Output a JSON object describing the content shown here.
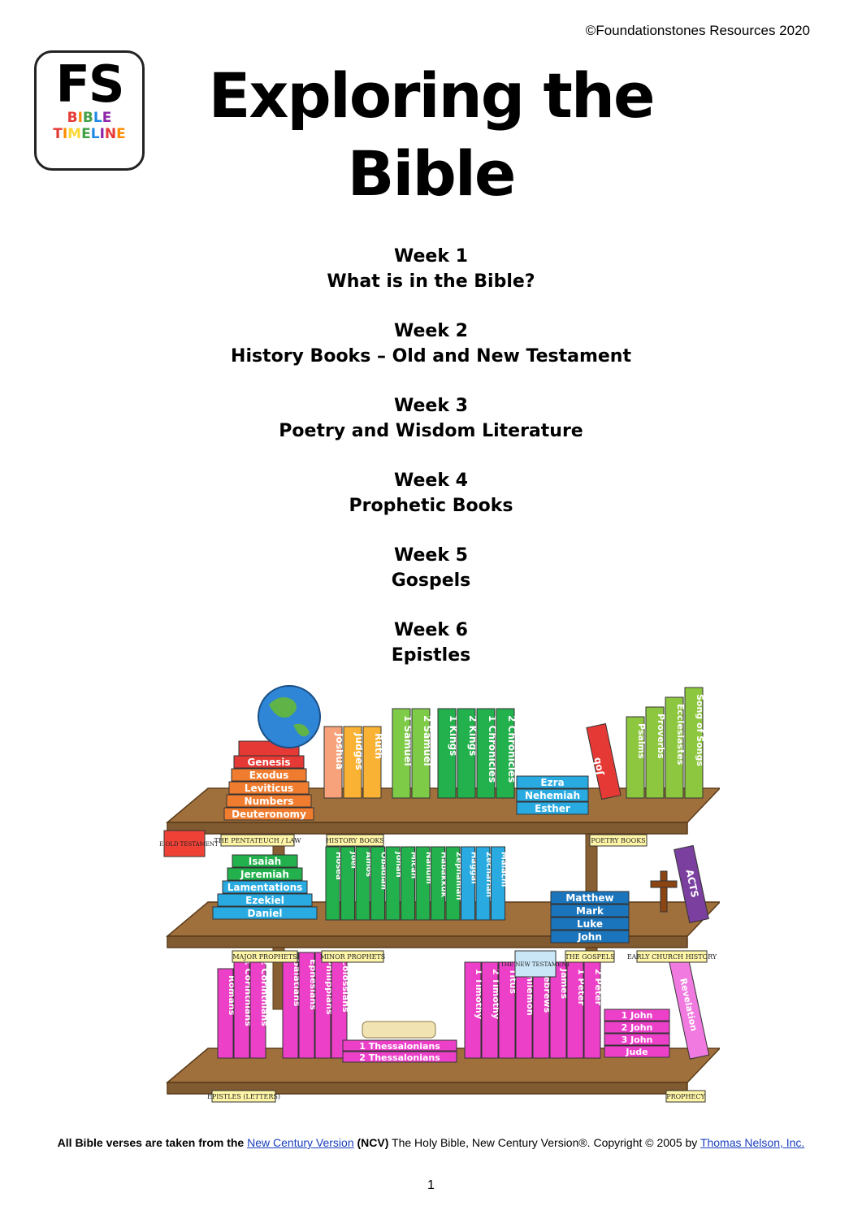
{
  "copyright": "©Foundationstones Resources 2020",
  "logo": {
    "main": "FS",
    "line1": "BIBLE",
    "line2": "TIMELINE",
    "line1_colors": [
      "#e53935",
      "#fb8c00",
      "#43a047",
      "#1e88e5",
      "#8e24aa"
    ],
    "line2_colors": [
      "#e53935",
      "#fb8c00",
      "#fdd835",
      "#43a047",
      "#1e88e5",
      "#8e24aa",
      "#e53935",
      "#fb8c00"
    ]
  },
  "title": {
    "line1": "Exploring the",
    "line2": "Bible"
  },
  "weeks": [
    {
      "week": "Week 1",
      "topic": "What is in the Bible?"
    },
    {
      "week": "Week 2",
      "topic": "History Books – Old and New Testament"
    },
    {
      "week": "Week 3",
      "topic": "Poetry and Wisdom Literature"
    },
    {
      "week": "Week 4",
      "topic": "Prophetic Books"
    },
    {
      "week": "Week 5",
      "topic": "Gospels"
    },
    {
      "week": "Week 6",
      "topic": "Epistles"
    }
  ],
  "bookshelf": {
    "colors": {
      "shelf": "#a0703c",
      "law": "#f07d2f",
      "history": "#f9b233",
      "history_green": "#7ecb48",
      "poetry": "#8dc63f",
      "major_prophets": "#29abe2",
      "minor_prophets": "#22b14c",
      "gospels": "#1b75bc",
      "acts": "#7b3fa0",
      "epistles": "#ec40c8",
      "label_bg": "#fff6a8",
      "section_red": "#ef4136",
      "section_blue": "#c9e7f7"
    },
    "section_labels": {
      "old_testament": "THE OLD TESTAMENT",
      "new_testament": "THE NEW TESTAMENT",
      "law": "THE PENTATEUCH / LAW",
      "history": "HISTORY BOOKS",
      "poetry": "POETRY BOOKS",
      "major_prophets": "MAJOR PROPHETS",
      "minor_prophets": "MINOR PROPHETS",
      "gospels": "THE GOSPELS",
      "church_history": "EARLY CHURCH HISTORY",
      "epistles": "EPISTLES (LETTERS)",
      "prophecy": "PROPHECY"
    },
    "top_stack": [
      "Genesis",
      "Exodus",
      "Leviticus",
      "Numbers",
      "Deuteronomy"
    ],
    "top_spines_history": [
      "Joshua",
      "Judges",
      "Ruth",
      "1 Samuel",
      "2 Samuel",
      "1 Kings",
      "2 Kings",
      "1 Chronicles",
      "2 Chronicles"
    ],
    "top_stack_history": [
      "Ezra",
      "Nehemiah",
      "Esther"
    ],
    "top_job": "Job",
    "top_poetry": [
      "Psalms",
      "Proverbs",
      "Ecclesiastes",
      "Song of Songs"
    ],
    "mid_stack_major": [
      "Isaiah",
      "Jeremiah",
      "Lamentations",
      "Ezekiel",
      "Daniel"
    ],
    "mid_minor": [
      "Hosea",
      "Joel",
      "Amos",
      "Obadiah",
      "Jonah",
      "Micah",
      "Nahum",
      "Habakkuk",
      "Zephaniah",
      "Haggai",
      "Zechariah",
      "Malachi"
    ],
    "mid_gospels": [
      "Matthew",
      "Mark",
      "Luke",
      "John"
    ],
    "mid_acts": "ACTS",
    "bottom_pauline": [
      "Romans",
      "1 Corinthians",
      "2 Corinthians",
      "Galatians",
      "Ephesians",
      "Philippians",
      "Colossians"
    ],
    "bottom_thess": [
      "1 Thessalonians",
      "2 Thessalonians"
    ],
    "bottom_spines": [
      "1 Timothy",
      "2 Timothy",
      "Titus",
      "Philemon",
      "Hebrews",
      "James",
      "1 Peter",
      "2 Peter"
    ],
    "bottom_stack": [
      "1 John",
      "2 John",
      "3 John",
      "Jude"
    ],
    "bottom_revelation": "Revelation"
  },
  "footer": {
    "bold_prefix": "All Bible verses are taken from the",
    "link1": "New Century Version",
    "bold_abbr": "(NCV)",
    "text1": "The Holy Bible, New Century Version®. Copyright © 2005 by",
    "link2": "Thomas Nelson, Inc."
  },
  "page_number": "1"
}
